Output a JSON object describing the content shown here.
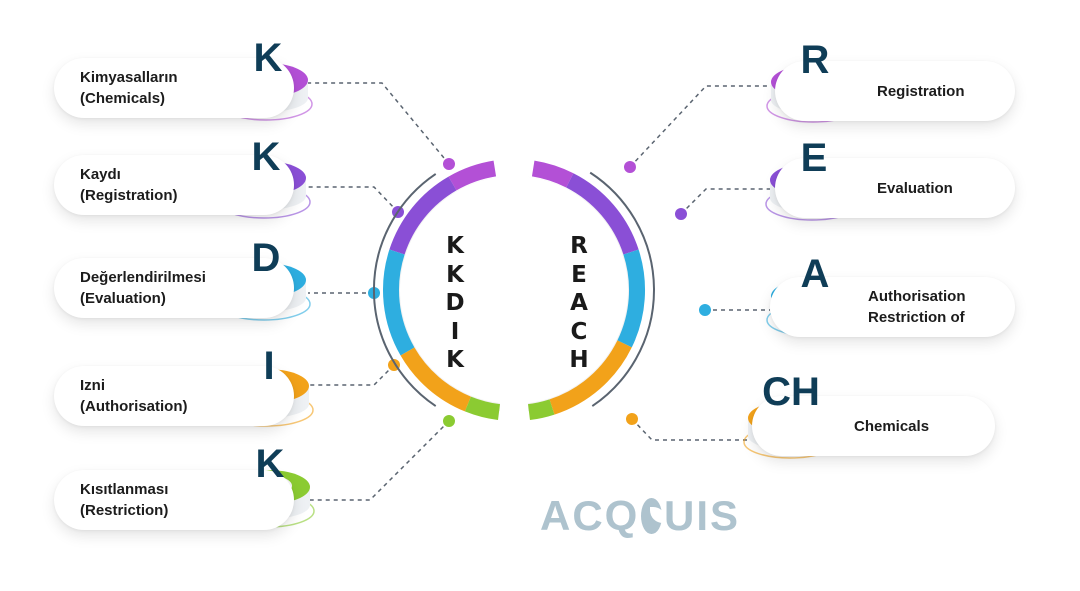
{
  "left_acronym": {
    "word": "KKDIK",
    "items": [
      {
        "letter": "K",
        "label": "Kimyasalların\n(Chemicals)",
        "color": "#b350d6"
      },
      {
        "letter": "K",
        "label": "Kaydı\n(Registration)",
        "color": "#8a4fd6"
      },
      {
        "letter": "D",
        "label": "Değerlendirilmesi\n(Evaluation)",
        "color": "#2eaee0"
      },
      {
        "letter": "I",
        "label": "Izni\n(Authorisation)",
        "color": "#f2a21a"
      },
      {
        "letter": "K",
        "label": "Kısıtlanması\n(Restriction)",
        "color": "#8bcb32"
      }
    ]
  },
  "right_acronym": {
    "word": "REACH",
    "items": [
      {
        "letter": "R",
        "label": "Registration",
        "color": "#b350d6"
      },
      {
        "letter": "E",
        "label": "Evaluation",
        "color": "#8a4fd6"
      },
      {
        "letter": "A",
        "label": "Authorisation\nRestriction of",
        "color": "#2eaee0"
      },
      {
        "letter": "CH",
        "label": "Chemicals",
        "color": "#f2a21a"
      }
    ]
  },
  "logo": {
    "text_before": "ACQ",
    "text_after": "UIS",
    "color": "#aec3ce"
  },
  "colors": {
    "purple": "#b350d6",
    "violet": "#8a4fd6",
    "blue": "#2eaee0",
    "orange": "#f2a21a",
    "green": "#8bcb32",
    "connector": "#5a6470",
    "letter": "#0f3d57"
  }
}
